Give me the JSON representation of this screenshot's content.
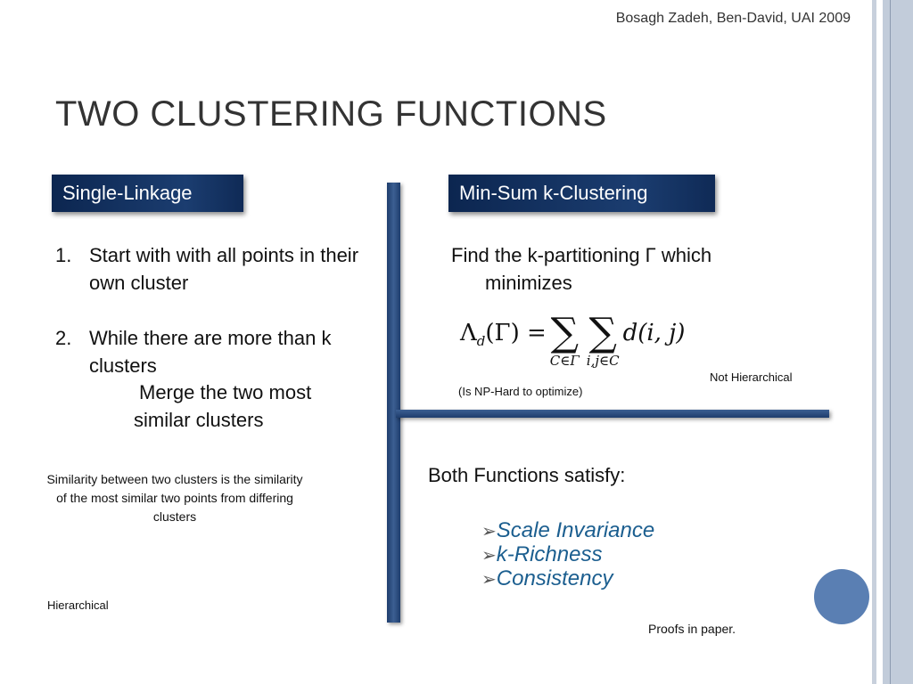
{
  "citation": "Bosagh Zadeh, Ben-David, UAI 2009",
  "title": "TWO CLUSTERING FUNCTIONS",
  "left": {
    "header": "Single-Linkage",
    "steps": [
      {
        "num": "1.",
        "text": "Start with with all points in their own cluster"
      },
      {
        "num": "2.",
        "text": "While there are more than k clusters"
      }
    ],
    "sub_step": "Merge the two most similar clusters",
    "note": "Similarity between two clusters is the similarity of the most similar two points from differing clusters",
    "tag": "Hierarchical"
  },
  "right": {
    "header": "Min-Sum k-Clustering",
    "description": "Find the k-partitioning Γ which minimizes",
    "formula": {
      "lhs": "Λ",
      "lhs_sub": "d",
      "lhs_arg": "(Γ) =",
      "sum1_sub": "C∈Γ",
      "sum2_sub": "i,j∈C",
      "sum_symbol": "∑",
      "term": "d(i, j)"
    },
    "tag": "Not Hierarchical",
    "complexity_note": "(Is NP-Hard to optimize)"
  },
  "bottom": {
    "heading": "Both Functions satisfy:",
    "properties": [
      "Scale Invariance",
      "k-Richness",
      "Consistency"
    ],
    "bullet": "➢",
    "footer": "Proofs in paper."
  }
}
